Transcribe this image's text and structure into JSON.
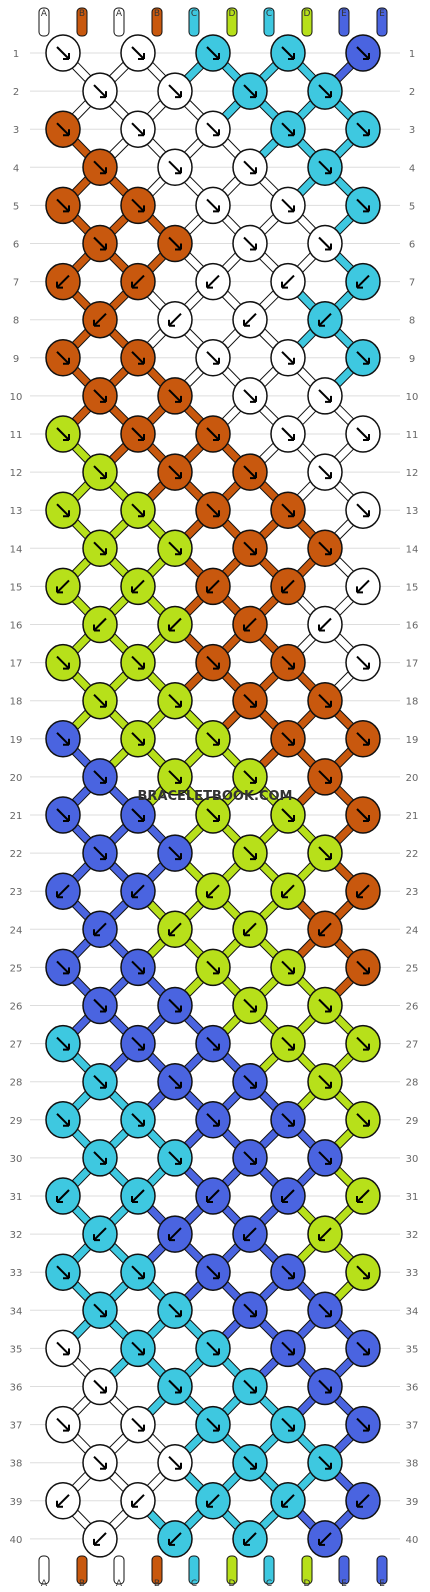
{
  "watermark": "BRACELETBOOK.COM",
  "colors": {
    "A": "#ffffff",
    "B": "#c8580e",
    "C": "#3ec8e0",
    "D": "#b7e01a",
    "E": "#4a64e0",
    "outline": "#111111",
    "grid": "#dddddd"
  },
  "strand_labels_top": [
    "A",
    "B",
    "A",
    "B",
    "C",
    "D",
    "C",
    "D",
    "E",
    "E"
  ],
  "strand_labels_bottom": [
    "A",
    "B",
    "A",
    "B",
    "C",
    "D",
    "C",
    "D",
    "E",
    "E"
  ],
  "rows": [
    {
      "n": 1,
      "knots": [
        "A",
        "A",
        "C",
        "C",
        "E"
      ]
    },
    {
      "n": 2,
      "knots": [
        "A",
        "A",
        "C",
        "C"
      ]
    },
    {
      "n": 3,
      "knots": [
        "B",
        "A",
        "A",
        "C",
        "C"
      ]
    },
    {
      "n": 4,
      "knots": [
        "B",
        "A",
        "A",
        "C"
      ]
    },
    {
      "n": 5,
      "knots": [
        "B",
        "B",
        "A",
        "A",
        "C"
      ]
    },
    {
      "n": 6,
      "knots": [
        "B",
        "B",
        "A",
        "A"
      ]
    },
    {
      "n": 7,
      "knots": [
        "B",
        "B",
        "A",
        "A",
        "C"
      ]
    },
    {
      "n": 8,
      "knots": [
        "B",
        "A",
        "A",
        "C"
      ]
    },
    {
      "n": 9,
      "knots": [
        "B",
        "B",
        "A",
        "A",
        "C"
      ]
    },
    {
      "n": 10,
      "knots": [
        "B",
        "B",
        "A",
        "A"
      ]
    },
    {
      "n": 11,
      "knots": [
        "D",
        "B",
        "B",
        "A",
        "A"
      ]
    },
    {
      "n": 12,
      "knots": [
        "D",
        "B",
        "B",
        "A"
      ]
    },
    {
      "n": 13,
      "knots": [
        "D",
        "D",
        "B",
        "B",
        "A"
      ]
    },
    {
      "n": 14,
      "knots": [
        "D",
        "D",
        "B",
        "B"
      ]
    },
    {
      "n": 15,
      "knots": [
        "D",
        "D",
        "B",
        "B",
        "A"
      ]
    },
    {
      "n": 16,
      "knots": [
        "D",
        "D",
        "B",
        "A"
      ]
    },
    {
      "n": 17,
      "knots": [
        "D",
        "D",
        "B",
        "B",
        "A"
      ]
    },
    {
      "n": 18,
      "knots": [
        "D",
        "D",
        "B",
        "B"
      ]
    },
    {
      "n": 19,
      "knots": [
        "E",
        "D",
        "D",
        "B",
        "B"
      ]
    },
    {
      "n": 20,
      "knots": [
        "E",
        "D",
        "D",
        "B"
      ]
    },
    {
      "n": 21,
      "knots": [
        "E",
        "E",
        "D",
        "D",
        "B"
      ]
    },
    {
      "n": 22,
      "knots": [
        "E",
        "E",
        "D",
        "D"
      ]
    },
    {
      "n": 23,
      "knots": [
        "E",
        "E",
        "D",
        "D",
        "B"
      ]
    },
    {
      "n": 24,
      "knots": [
        "E",
        "D",
        "D",
        "B"
      ]
    },
    {
      "n": 25,
      "knots": [
        "E",
        "E",
        "D",
        "D",
        "B"
      ]
    },
    {
      "n": 26,
      "knots": [
        "E",
        "E",
        "D",
        "D"
      ]
    },
    {
      "n": 27,
      "knots": [
        "C",
        "E",
        "E",
        "D",
        "D"
      ]
    },
    {
      "n": 28,
      "knots": [
        "C",
        "E",
        "E",
        "D"
      ]
    },
    {
      "n": 29,
      "knots": [
        "C",
        "C",
        "E",
        "E",
        "D"
      ]
    },
    {
      "n": 30,
      "knots": [
        "C",
        "C",
        "E",
        "E"
      ]
    },
    {
      "n": 31,
      "knots": [
        "C",
        "C",
        "E",
        "E",
        "D"
      ]
    },
    {
      "n": 32,
      "knots": [
        "C",
        "E",
        "E",
        "D"
      ]
    },
    {
      "n": 33,
      "knots": [
        "C",
        "C",
        "E",
        "E",
        "D"
      ]
    },
    {
      "n": 34,
      "knots": [
        "C",
        "C",
        "E",
        "E"
      ]
    },
    {
      "n": 35,
      "knots": [
        "A",
        "C",
        "C",
        "E",
        "E"
      ]
    },
    {
      "n": 36,
      "knots": [
        "A",
        "C",
        "C",
        "E"
      ]
    },
    {
      "n": 37,
      "knots": [
        "A",
        "A",
        "C",
        "C",
        "E"
      ]
    },
    {
      "n": 38,
      "knots": [
        "A",
        "A",
        "C",
        "C"
      ]
    },
    {
      "n": 39,
      "knots": [
        "A",
        "A",
        "C",
        "C",
        "E"
      ]
    },
    {
      "n": 40,
      "knots": [
        "A",
        "C",
        "C",
        "E"
      ]
    }
  ],
  "arrows": [
    [
      "se",
      "se",
      "se",
      "se",
      "se"
    ],
    [
      "se",
      "se",
      "se",
      "se"
    ],
    [
      "se",
      "se",
      "se",
      "se",
      "se"
    ],
    [
      "se",
      "se",
      "se",
      "se"
    ],
    [
      "se",
      "se",
      "se",
      "se",
      "se"
    ],
    [
      "se",
      "se",
      "se",
      "se"
    ],
    [
      "sw",
      "sw",
      "sw",
      "sw",
      "sw"
    ],
    [
      "sw",
      "sw",
      "sw",
      "sw"
    ],
    [
      "se",
      "se",
      "se",
      "se",
      "se"
    ],
    [
      "se",
      "se",
      "se",
      "se"
    ],
    [
      "se",
      "se",
      "se",
      "se",
      "se"
    ],
    [
      "se",
      "se",
      "se",
      "se"
    ],
    [
      "se",
      "se",
      "se",
      "se",
      "se"
    ],
    [
      "se",
      "se",
      "se",
      "se"
    ],
    [
      "sw",
      "sw",
      "sw",
      "sw",
      "sw"
    ],
    [
      "sw",
      "sw",
      "sw",
      "sw"
    ],
    [
      "se",
      "se",
      "se",
      "se",
      "se"
    ],
    [
      "se",
      "se",
      "se",
      "se"
    ],
    [
      "se",
      "se",
      "se",
      "se",
      "se"
    ],
    [
      "se",
      "se",
      "se",
      "se"
    ],
    [
      "se",
      "se",
      "se",
      "se",
      "se"
    ],
    [
      "se",
      "se",
      "se",
      "se"
    ],
    [
      "sw",
      "sw",
      "sw",
      "sw",
      "sw"
    ],
    [
      "sw",
      "sw",
      "sw",
      "sw"
    ],
    [
      "se",
      "se",
      "se",
      "se",
      "se"
    ],
    [
      "se",
      "se",
      "se",
      "se"
    ],
    [
      "se",
      "se",
      "se",
      "se",
      "se"
    ],
    [
      "se",
      "se",
      "se",
      "se"
    ],
    [
      "se",
      "se",
      "se",
      "se",
      "se"
    ],
    [
      "se",
      "se",
      "se",
      "se"
    ],
    [
      "sw",
      "sw",
      "sw",
      "sw",
      "sw"
    ],
    [
      "sw",
      "sw",
      "sw",
      "sw"
    ],
    [
      "se",
      "se",
      "se",
      "se",
      "se"
    ],
    [
      "se",
      "se",
      "se",
      "se"
    ],
    [
      "se",
      "se",
      "se",
      "se",
      "se"
    ],
    [
      "se",
      "se",
      "se",
      "se"
    ],
    [
      "se",
      "se",
      "se",
      "se",
      "se"
    ],
    [
      "se",
      "se",
      "se",
      "se"
    ],
    [
      "sw",
      "sw",
      "sw",
      "sw",
      "sw"
    ],
    [
      "sw",
      "sw",
      "sw",
      "sw"
    ]
  ]
}
